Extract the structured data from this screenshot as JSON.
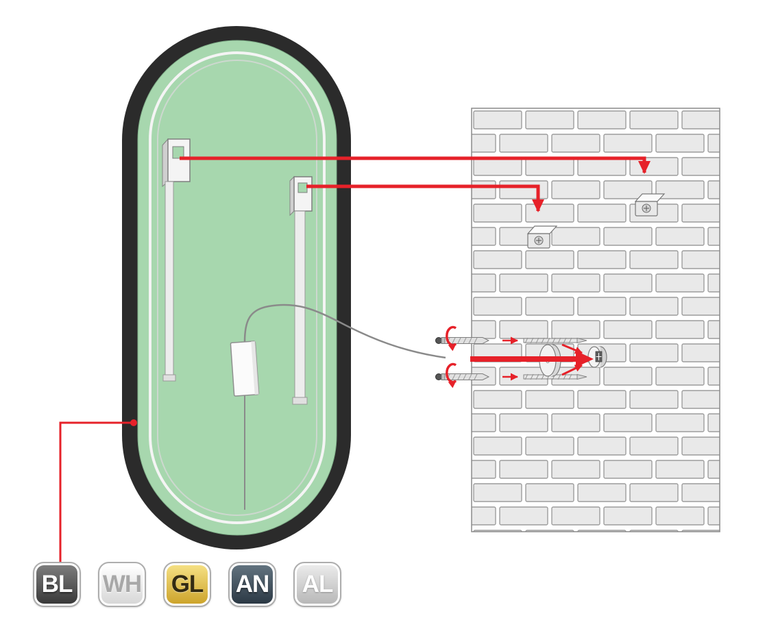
{
  "page": {
    "background": "#FFFFFF"
  },
  "diagram": {
    "name": "mirror-wall-installation-diagram",
    "colors": {
      "accent_red": "#E62129",
      "mirror_frame_black": "#2B2B2B",
      "mirror_back_green": "#A7D7AE",
      "brick_fill": "#E9E9E9",
      "brick_line": "#9C9C9C",
      "hardware_gray": "#E0E0E0",
      "line_gray": "#8A8A8A"
    },
    "parts": [
      "mirror-back-view",
      "hanging-bracket-left",
      "hanging-bracket-right",
      "driver-box",
      "power-cable",
      "brick-wall",
      "wall-clip-left",
      "wall-clip-right",
      "screw-top",
      "screw-bottom",
      "wall-plug-disc",
      "wall-anchor"
    ]
  },
  "finishes": {
    "items": [
      {
        "code": "BL",
        "color_top": "#7D7D7D",
        "color_bottom": "#3A3A3A",
        "text_color": "#FFFFFF"
      },
      {
        "code": "WH",
        "color_top": "#FFFFFF",
        "color_bottom": "#D7D7D7",
        "text_color": "#A8A8A8"
      },
      {
        "code": "GL",
        "color_top": "#F5E083",
        "color_bottom": "#CDA42C",
        "text_color": "#322A12"
      },
      {
        "code": "AN",
        "color_top": "#62737F",
        "color_bottom": "#2C3945",
        "text_color": "#FFFFFF"
      },
      {
        "code": "AL",
        "color_top": "#EBEBEB",
        "color_bottom": "#B8B8B8",
        "text_color": "#FDFDFD"
      }
    ]
  }
}
